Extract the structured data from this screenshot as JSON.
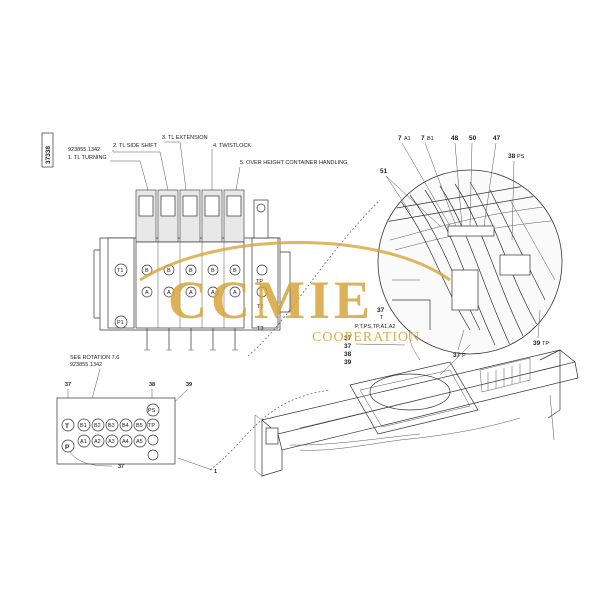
{
  "doc_code": "37338",
  "part_number": "923855.1342",
  "valve_sections": [
    {
      "label": "1. TL TURNING"
    },
    {
      "label": "2. TL SIDE SHIFT"
    },
    {
      "label": "3. TL EXTENSION"
    },
    {
      "label": "4. TWISTLOCK"
    },
    {
      "label": "5. OVER HEIGHT CONTAINER HANDLING"
    }
  ],
  "valve_body_ports": {
    "t1": "T1",
    "p1": "P1",
    "tp": "TP",
    "t2": "T2",
    "t3": "T3",
    "b_row": [
      "B",
      "B",
      "B",
      "B",
      "B"
    ],
    "a_row": [
      "A",
      "A",
      "A",
      "A",
      "A"
    ]
  },
  "rotation_note": {
    "line1": "SEE ROTATION 7.6",
    "line2": "923855.1342"
  },
  "port_block": {
    "callouts": [
      "37",
      "38",
      "39"
    ],
    "bottom_callout": "37",
    "t": "T",
    "p": "P",
    "ps": "PS",
    "tp": "TP",
    "b_ports": [
      "B1",
      "B2",
      "B3",
      "B4",
      "B5"
    ],
    "a_ports": [
      "A1",
      "A2",
      "A3",
      "A4",
      "A5"
    ],
    "item_callout": "1"
  },
  "detail_callouts": {
    "top": [
      {
        "num": "7",
        "sub": "A1"
      },
      {
        "num": "7",
        "sub": "B1"
      },
      {
        "num": "48",
        "sub": ""
      },
      {
        "num": "50",
        "sub": ""
      },
      {
        "num": "47",
        "sub": ""
      }
    ],
    "c51": "51",
    "c38": "38",
    "c38_sub": "PS",
    "c37_t": "37",
    "c37_t_sub": "T",
    "pts_label": "P,T,PS,TP,A1,A2",
    "left_stack": [
      "37",
      "37",
      "38",
      "39"
    ],
    "c37_p": "37",
    "c37_p_sub": "P",
    "c39_tp": "39",
    "c39_tp_sub": "TP"
  },
  "watermark": {
    "main": "CCMIE",
    "sub": "COOPERATION"
  },
  "colors": {
    "watermark": "#d7a43a",
    "lines": "#333333"
  }
}
